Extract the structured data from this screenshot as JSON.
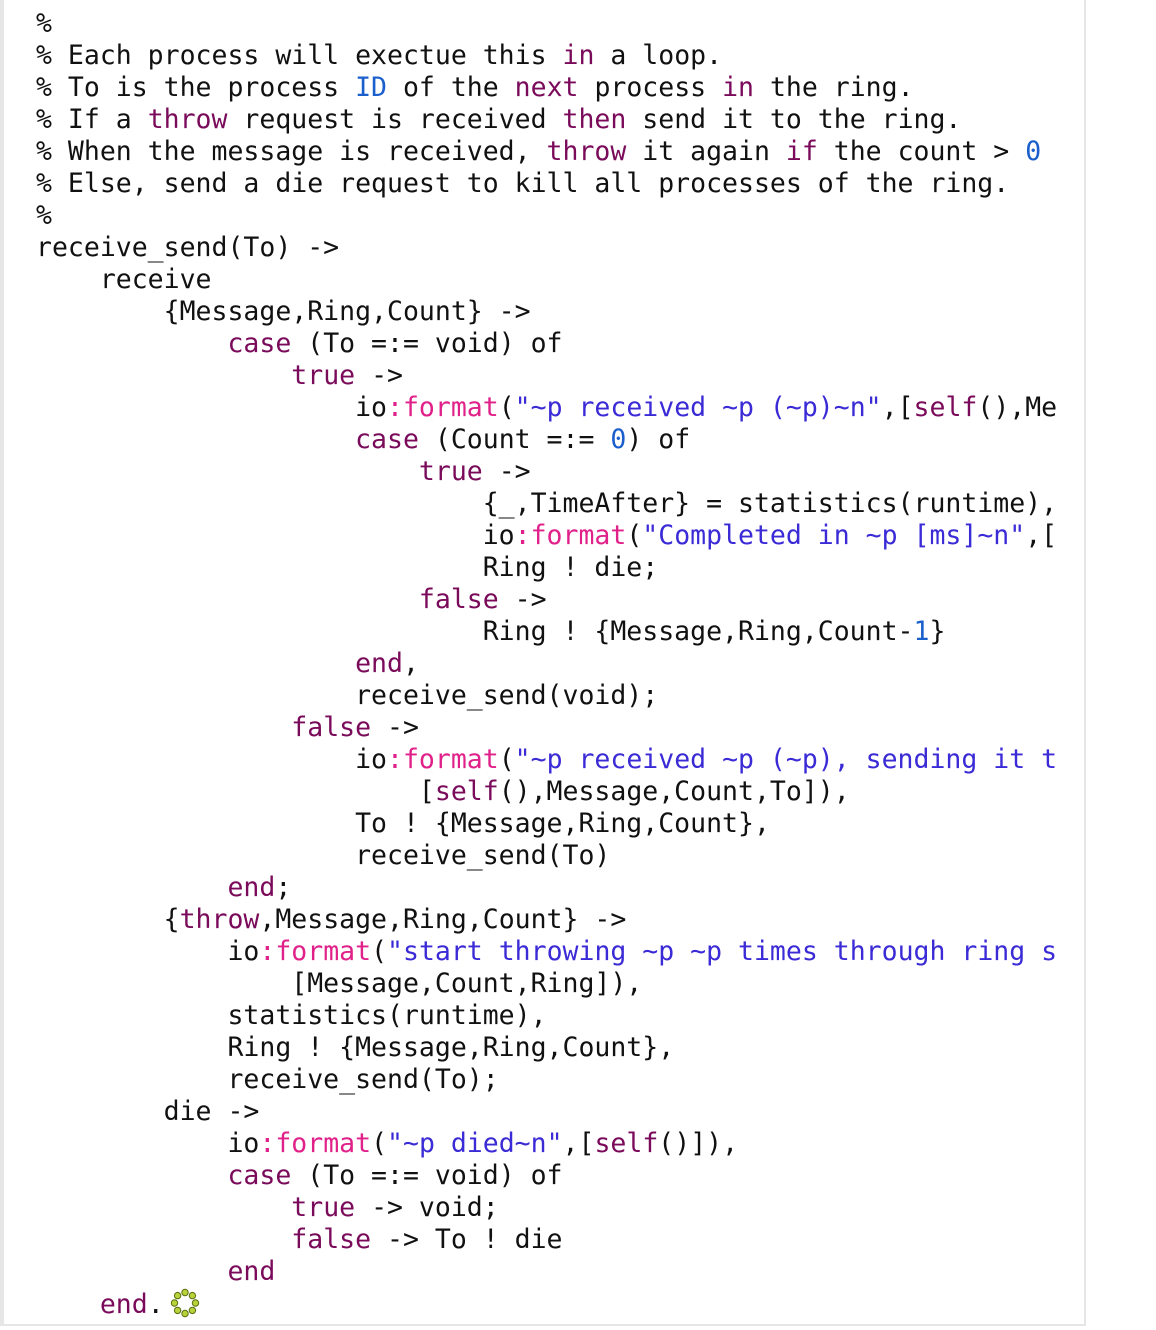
{
  "editor": {
    "language": "erlang",
    "colors": {
      "keyword": "#7a0a5a",
      "blue": "#1a5fcc",
      "function": "#e0218a",
      "string": "#3b2bd6",
      "text": "#111111"
    },
    "lines": [
      [
        [
          "comment",
          "%"
        ]
      ],
      [
        [
          "comment",
          "% Each process will exectue this "
        ],
        [
          "kw",
          "in"
        ],
        [
          "comment",
          " a loop."
        ]
      ],
      [
        [
          "comment",
          "% To is the process "
        ],
        [
          "blue",
          "ID"
        ],
        [
          "comment",
          " of the "
        ],
        [
          "kw",
          "next"
        ],
        [
          "comment",
          " process "
        ],
        [
          "kw",
          "in"
        ],
        [
          "comment",
          " the ring."
        ]
      ],
      [
        [
          "comment",
          "% If a "
        ],
        [
          "kw",
          "throw"
        ],
        [
          "comment",
          " request is received "
        ],
        [
          "kw",
          "then"
        ],
        [
          "comment",
          " send it to the ring."
        ]
      ],
      [
        [
          "comment",
          "% When the message is received, "
        ],
        [
          "kw",
          "throw"
        ],
        [
          "comment",
          " it again "
        ],
        [
          "kw",
          "if"
        ],
        [
          "comment",
          " the count > "
        ],
        [
          "blue",
          "0"
        ]
      ],
      [
        [
          "comment",
          "% Else, send a die request to kill all processes of the ring."
        ]
      ],
      [
        [
          "comment",
          "%"
        ]
      ],
      [
        [
          "plain",
          "receive_send(To) ->"
        ]
      ],
      [
        [
          "plain",
          "    receive"
        ]
      ],
      [
        [
          "plain",
          "        {Message,Ring,Count} ->"
        ]
      ],
      [
        [
          "plain",
          "            "
        ],
        [
          "kw",
          "case"
        ],
        [
          "plain",
          " (To =:= void) of"
        ]
      ],
      [
        [
          "plain",
          "                "
        ],
        [
          "kw",
          "true"
        ],
        [
          "plain",
          " ->"
        ]
      ],
      [
        [
          "plain",
          "                    io"
        ],
        [
          "fn",
          ":format"
        ],
        [
          "plain",
          "("
        ],
        [
          "str",
          "\"~p received ~p (~p)~n\""
        ],
        [
          "plain",
          ",["
        ],
        [
          "kw",
          "self"
        ],
        [
          "plain",
          "(),Me"
        ]
      ],
      [
        [
          "plain",
          "                    "
        ],
        [
          "kw",
          "case"
        ],
        [
          "plain",
          " (Count =:= "
        ],
        [
          "blue",
          "0"
        ],
        [
          "plain",
          ") of"
        ]
      ],
      [
        [
          "plain",
          "                        "
        ],
        [
          "kw",
          "true"
        ],
        [
          "plain",
          " ->"
        ]
      ],
      [
        [
          "plain",
          "                            {_,TimeAfter} = statistics(runtime),"
        ]
      ],
      [
        [
          "plain",
          "                            io"
        ],
        [
          "fn",
          ":format"
        ],
        [
          "plain",
          "("
        ],
        [
          "str",
          "\"Completed in ~p [ms]~n\""
        ],
        [
          "plain",
          ",["
        ]
      ],
      [
        [
          "plain",
          "                            Ring ! die;"
        ]
      ],
      [
        [
          "plain",
          "                        "
        ],
        [
          "kw",
          "false"
        ],
        [
          "plain",
          " ->"
        ]
      ],
      [
        [
          "plain",
          "                            Ring ! {Message,Ring,Count-"
        ],
        [
          "blue",
          "1"
        ],
        [
          "plain",
          "}"
        ]
      ],
      [
        [
          "plain",
          "                    "
        ],
        [
          "kw",
          "end"
        ],
        [
          "plain",
          ","
        ]
      ],
      [
        [
          "plain",
          "                    receive_send(void);"
        ]
      ],
      [
        [
          "plain",
          "                "
        ],
        [
          "kw",
          "false"
        ],
        [
          "plain",
          " ->"
        ]
      ],
      [
        [
          "plain",
          "                    io"
        ],
        [
          "fn",
          ":format"
        ],
        [
          "plain",
          "("
        ],
        [
          "str",
          "\"~p received ~p (~p), sending it t"
        ]
      ],
      [
        [
          "plain",
          "                        ["
        ],
        [
          "kw",
          "self"
        ],
        [
          "plain",
          "(),Message,Count,To]),"
        ]
      ],
      [
        [
          "plain",
          "                    To ! {Message,Ring,Count},"
        ]
      ],
      [
        [
          "plain",
          "                    receive_send(To)"
        ]
      ],
      [
        [
          "plain",
          "            "
        ],
        [
          "kw",
          "end"
        ],
        [
          "plain",
          ";"
        ]
      ],
      [
        [
          "plain",
          "        {"
        ],
        [
          "kw",
          "throw"
        ],
        [
          "plain",
          ",Message,Ring,Count} ->"
        ]
      ],
      [
        [
          "plain",
          "            io"
        ],
        [
          "fn",
          ":format"
        ],
        [
          "plain",
          "("
        ],
        [
          "str",
          "\"start throwing ~p ~p times through ring s"
        ]
      ],
      [
        [
          "plain",
          "                [Message,Count,Ring]),"
        ]
      ],
      [
        [
          "plain",
          "            statistics(runtime),"
        ]
      ],
      [
        [
          "plain",
          "            Ring ! {Message,Ring,Count},"
        ]
      ],
      [
        [
          "plain",
          "            receive_send(To);"
        ]
      ],
      [
        [
          "plain",
          "        die ->"
        ]
      ],
      [
        [
          "plain",
          "            io"
        ],
        [
          "fn",
          ":format"
        ],
        [
          "plain",
          "("
        ],
        [
          "str",
          "\"~p died~n\""
        ],
        [
          "plain",
          ",["
        ],
        [
          "kw",
          "self"
        ],
        [
          "plain",
          "()]),"
        ]
      ],
      [
        [
          "plain",
          "            "
        ],
        [
          "kw",
          "case"
        ],
        [
          "plain",
          " (To =:= void) of"
        ]
      ],
      [
        [
          "plain",
          "                "
        ],
        [
          "kw",
          "true"
        ],
        [
          "plain",
          " -> void;"
        ]
      ],
      [
        [
          "plain",
          "                "
        ],
        [
          "kw",
          "false"
        ],
        [
          "plain",
          " -> To ! die"
        ]
      ],
      [
        [
          "plain",
          "            "
        ],
        [
          "kw",
          "end"
        ]
      ],
      [
        [
          "plain",
          "    "
        ],
        [
          "kw",
          "end"
        ],
        [
          "plain",
          "."
        ]
      ]
    ],
    "trailing_icon": "gear-icon"
  }
}
